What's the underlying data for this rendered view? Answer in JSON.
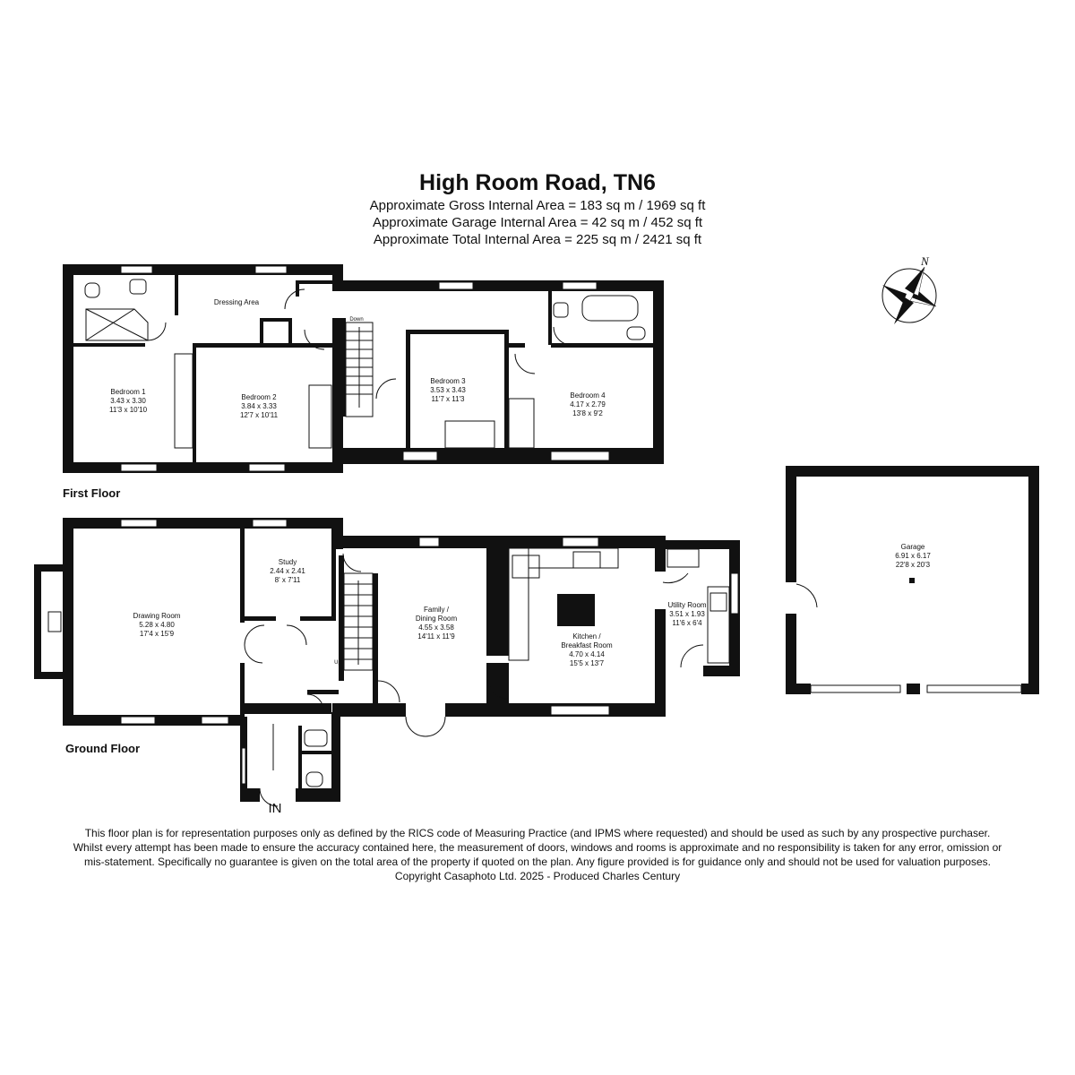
{
  "header": {
    "title": "High Room Road, TN6",
    "gross_area": "Approximate Gross Internal Area = 183 sq m / 1969 sq ft",
    "garage_area": "Approximate Garage Internal Area = 42 sq m / 452 sq ft",
    "total_area": "Approximate Total Internal Area = 225 sq m / 2421 sq ft"
  },
  "compass": {
    "north_label": "N"
  },
  "floors": {
    "first": "First Floor",
    "ground": "Ground Floor"
  },
  "rooms": {
    "bedroom1": {
      "name": "Bedroom 1",
      "metric": "3.43 x 3.30",
      "imperial": "11'3 x 10'10"
    },
    "bedroom2": {
      "name": "Bedroom 2",
      "metric": "3.84 x 3.33",
      "imperial": "12'7 x 10'11"
    },
    "bedroom3": {
      "name": "Bedroom 3",
      "metric": "3.53 x 3.43",
      "imperial": "11'7 x 11'3"
    },
    "bedroom4": {
      "name": "Bedroom 4",
      "metric": "4.17 x 2.79",
      "imperial": "13'8 x 9'2"
    },
    "dressing": {
      "name": "Dressing Area"
    },
    "drawing": {
      "name": "Drawing Room",
      "metric": "5.28 x 4.80",
      "imperial": "17'4 x 15'9"
    },
    "study": {
      "name": "Study",
      "metric": "2.44 x 2.41",
      "imperial": "8' x 7'11"
    },
    "family": {
      "name1": "Family /",
      "name2": "Dining Room",
      "metric": "4.55 x 3.58",
      "imperial": "14'11 x 11'9"
    },
    "kitchen": {
      "name1": "Kitchen /",
      "name2": "Breakfast Room",
      "metric": "4.70 x 4.14",
      "imperial": "15'5 x 13'7"
    },
    "utility": {
      "name": "Utility Room",
      "metric": "3.51 x 1.93",
      "imperial": "11'6 x 6'4"
    },
    "garage": {
      "name": "Garage",
      "metric": "6.91 x 6.17",
      "imperial": "22'8 x 20'3"
    }
  },
  "stairs": {
    "down": "Down",
    "up": "Up"
  },
  "entrance": "IN",
  "footer": {
    "disclaimer": "This floor plan is for representation purposes only as defined by the RICS code of Measuring Practice (and IPMS where requested) and should be used as such by any prospective purchaser. Whilst every attempt has been made to ensure the accuracy contained here, the measurement of doors, windows and rooms is approximate and no responsibility is taken for any error, omission or mis-statement. Specifically no guarantee is given on the total area of the property if quoted on the plan. Any figure provided is for guidance only and should not be used for valuation purposes.",
    "copyright": "Copyright Casaphoto Ltd. 2025 - Produced Charles Century"
  }
}
